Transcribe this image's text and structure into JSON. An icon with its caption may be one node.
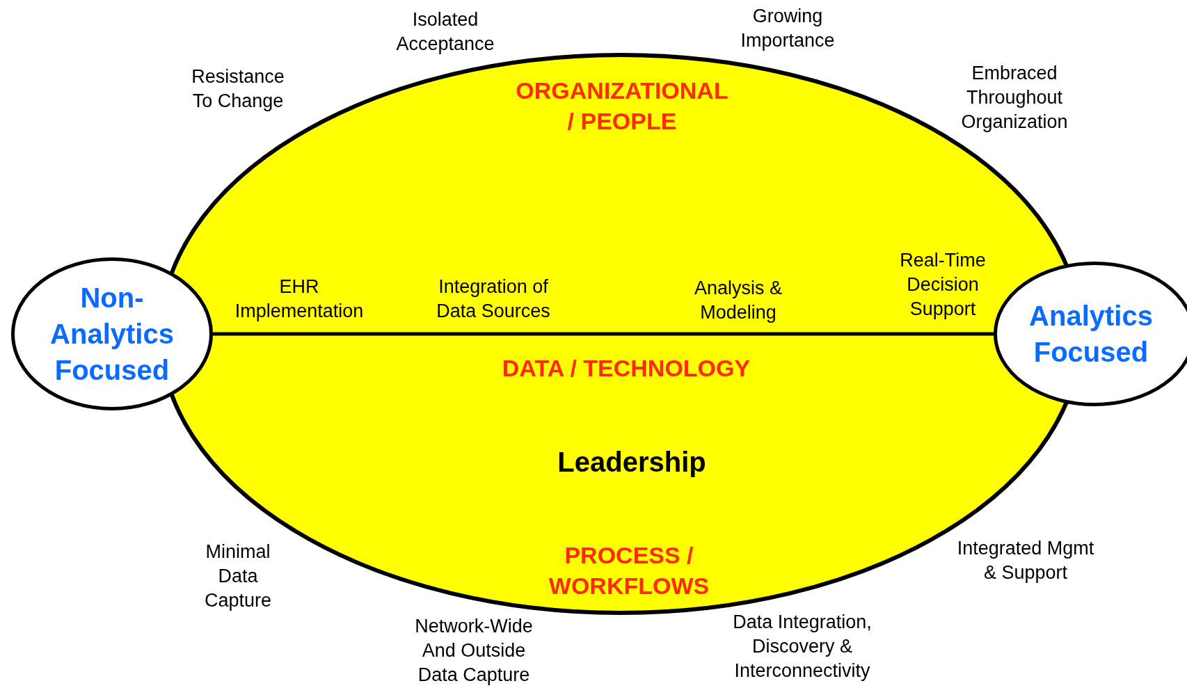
{
  "diagram": {
    "nodes": [
      {
        "text": [
          "ORGANIZATIONAL / PEOPLE",
          "EHR Implementation",
          "Integration of Data Sources",
          "Analysis & Modeling",
          "Real-Time Decision Support",
          "DATA / TECHNOLOGY",
          "Leadership",
          "PROCESS / WORKFLOWS"
        ]
      },
      {
        "text": [
          "Non-Analytics Focused"
        ]
      },
      {
        "text": [
          "Analytics Focused"
        ]
      }
    ],
    "labels": [
      "Growing Importance",
      "Isolated Acceptance",
      "Embraced Throughout Organization",
      "Resistance To Change",
      "Integrated Mgmt & Support",
      "Minimal Data Capture",
      "Data Integration, Discovery & Interconnectivity",
      "Network-Wide And Outside Data Capture"
    ]
  }
}
